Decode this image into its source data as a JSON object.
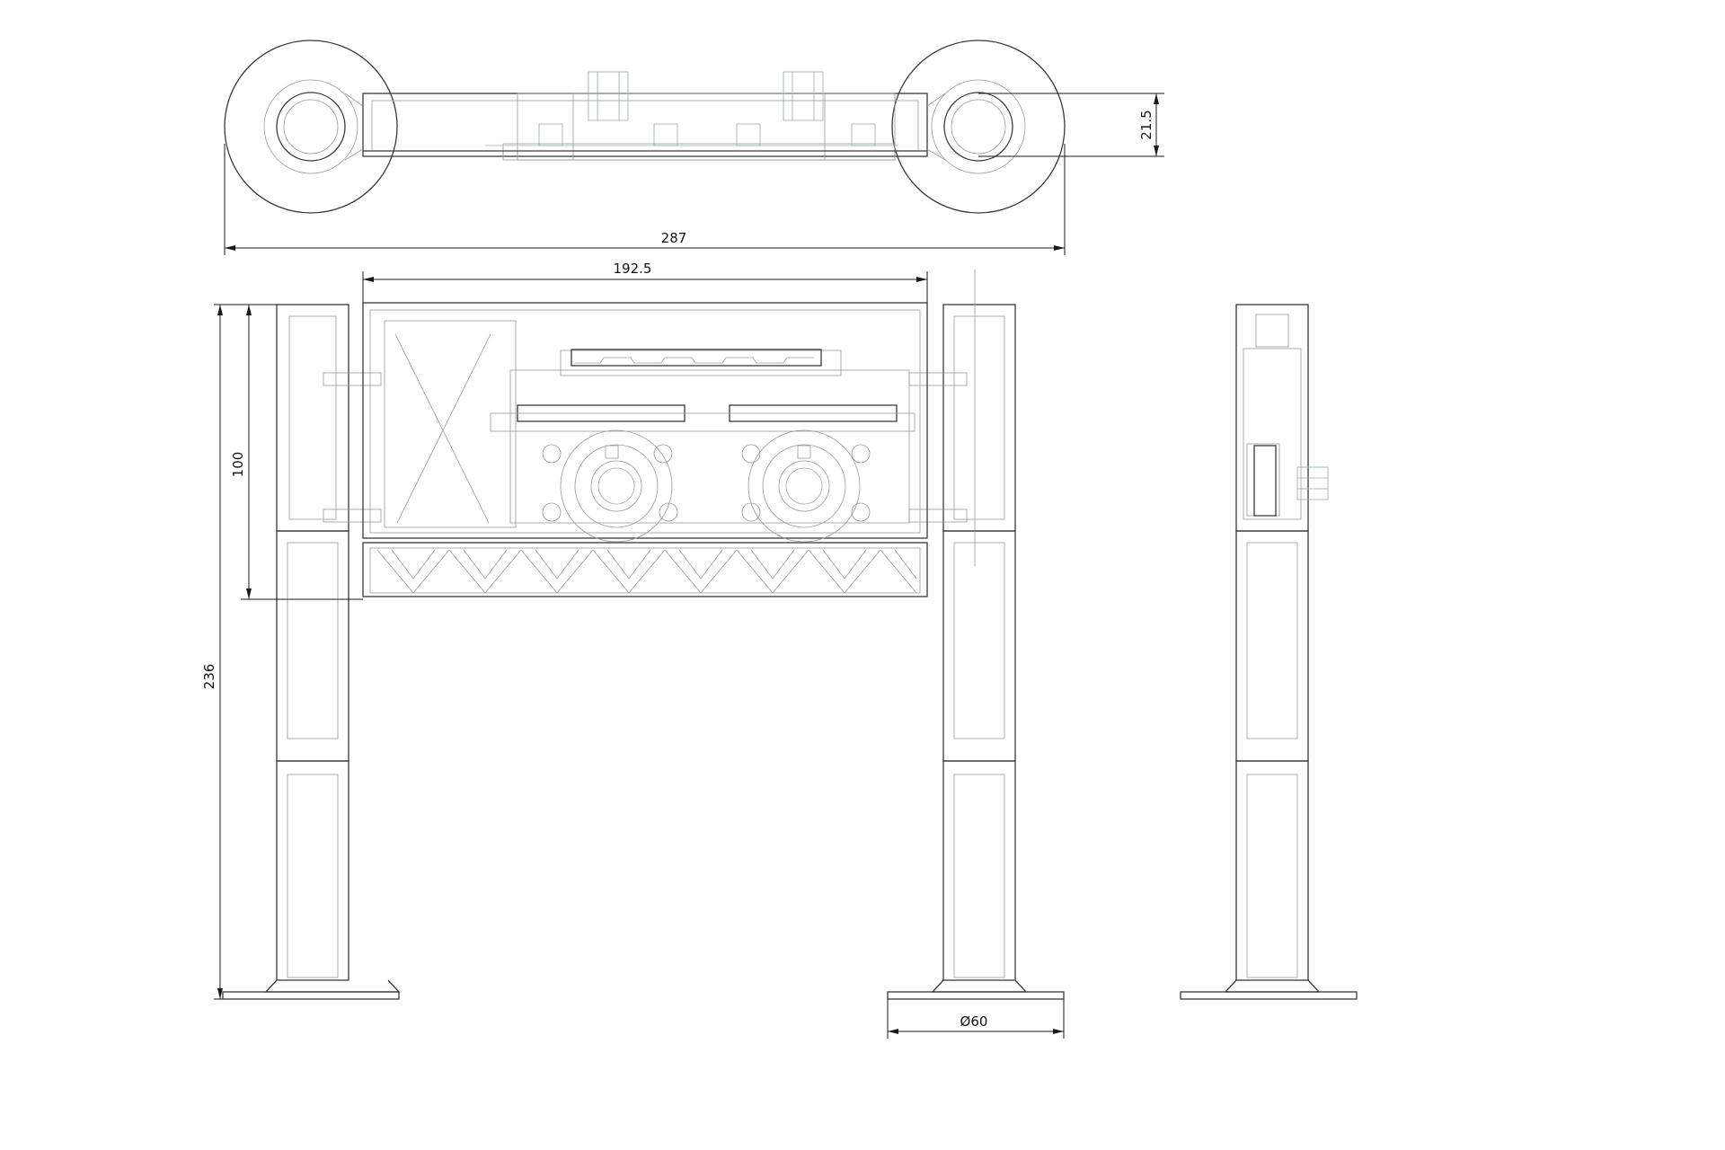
{
  "dimensions": {
    "overall_width": "287",
    "frame_width": "192.5",
    "top_thickness": "21.5",
    "frame_height": "100",
    "total_height": "236",
    "base_diameter": "Ø60"
  },
  "colors": {
    "line": "#3a3a3a",
    "thin_line": "#9a9a9a",
    "green_line": "#8fb0a8",
    "dimension": "#1a1a1a"
  }
}
